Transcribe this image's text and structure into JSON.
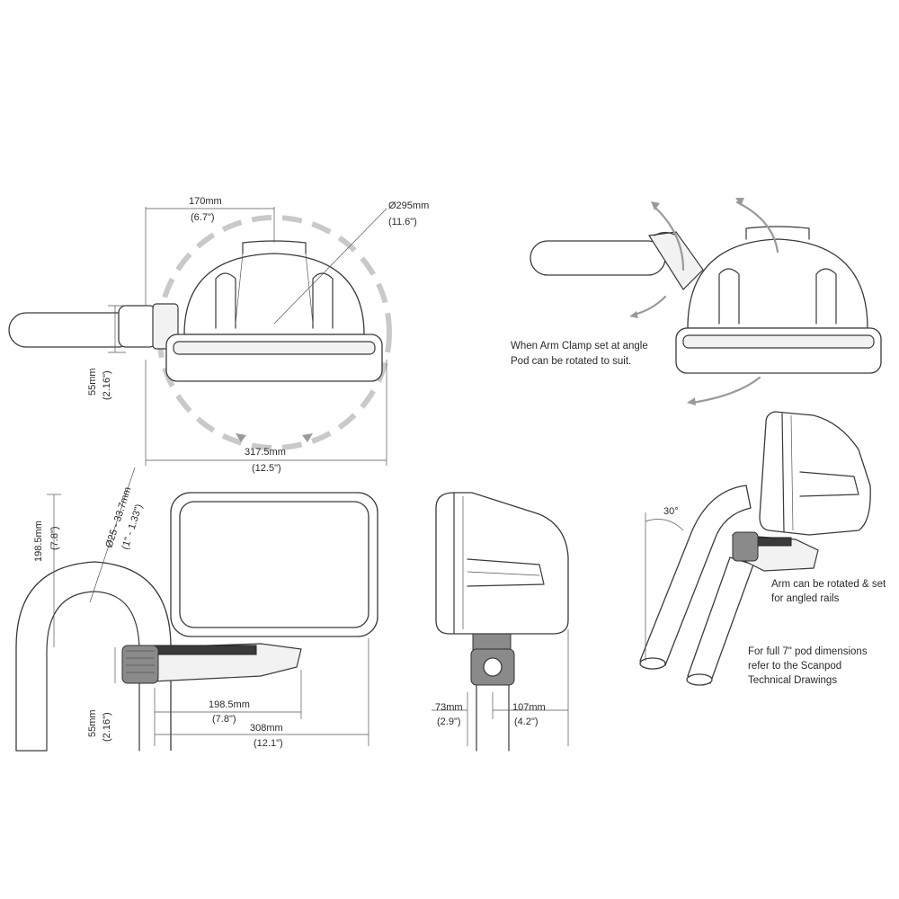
{
  "top_left_view": {
    "width_170": {
      "mm": "170mm",
      "in": "(6.7\")"
    },
    "diameter": {
      "mm": "Ø295mm",
      "in": "(11.6\")"
    },
    "height_55": {
      "mm": "55mm",
      "in": "(2.16\")"
    },
    "width_317": {
      "mm": "317.5mm",
      "in": "(12.5\")"
    }
  },
  "top_right_view": {
    "note_line1": "When Arm Clamp set at angle",
    "note_line2": "Pod can be rotated to suit."
  },
  "side_view": {
    "height_198": {
      "mm": "198.5mm",
      "in": "(7.8\")"
    },
    "rail_dia": {
      "mm": "Ø25 - 33.7mm",
      "in": "(1\" - 1.33\")"
    },
    "height_55": {
      "mm": "55mm",
      "in": "(2.16\")"
    },
    "length_198": {
      "mm": "198.5mm",
      "in": "(7.8\")"
    },
    "length_308": {
      "mm": "308mm",
      "in": "(12.1\")"
    }
  },
  "front_view": {
    "offset_73": {
      "mm": "73mm",
      "in": "(2.9\")"
    },
    "offset_107": {
      "mm": "107mm",
      "in": "(4.2\")"
    }
  },
  "angled_view": {
    "angle": "30°",
    "note1_line1": "Arm can be rotated & set",
    "note1_line2": "for angled rails",
    "note2_line1": "For full 7\" pod dimensions",
    "note2_line2": "refer to the Scanpod",
    "note2_line3": "Technical Drawings"
  }
}
